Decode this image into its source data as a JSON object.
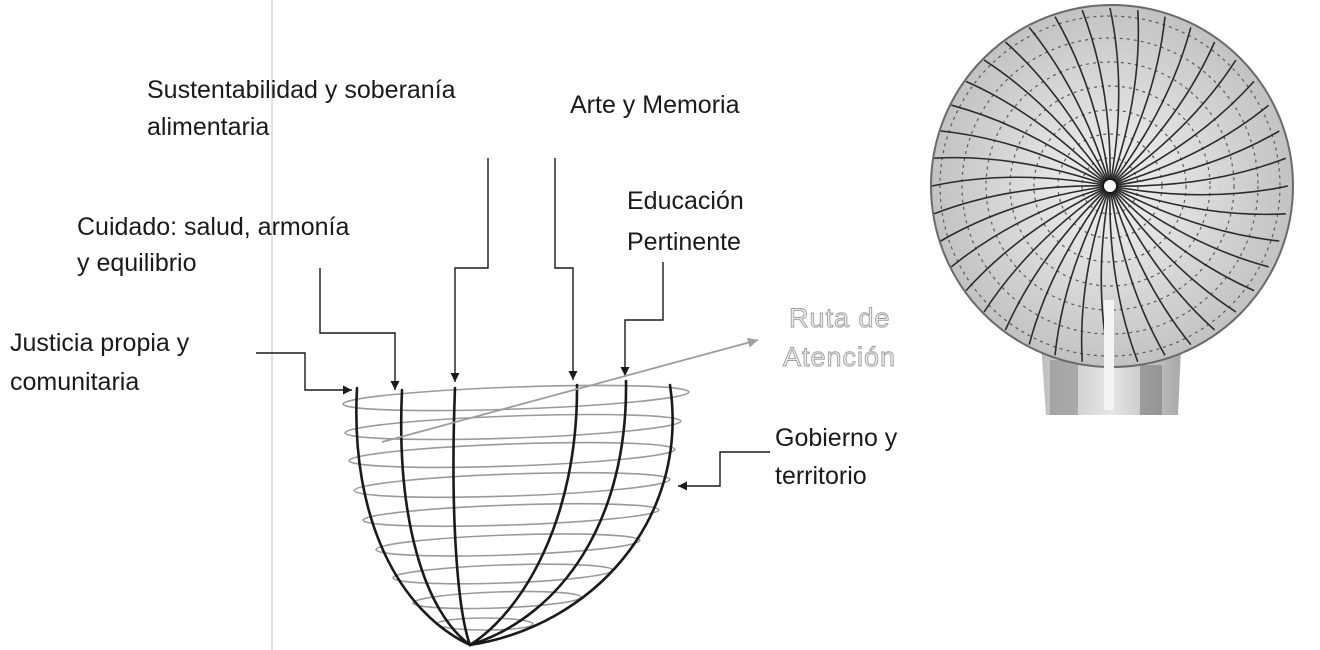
{
  "labels": {
    "sustentabilidad": {
      "line1": "Sustentabilidad y soberanía",
      "line2": "alimentaria"
    },
    "arte": {
      "line1": "Arte y Memoria"
    },
    "educacion": {
      "line1": "Educación",
      "line2": "Pertinente"
    },
    "cuidado": {
      "line1": "Cuidado: salud, armonía",
      "line2": "y equilibrio"
    },
    "ruta": {
      "line1": "Ruta de",
      "line2": "Atención"
    },
    "justicia": {
      "line1": "Justicia propia y",
      "line2": "comunitaria"
    },
    "gobierno": {
      "line1": "Gobierno y",
      "line2": "territorio"
    }
  },
  "colors": {
    "ink": "#1a1a1a",
    "weave": "#9a9a9a",
    "ruta_text": "#9e9e9e",
    "photo_base": "#d6d6d6"
  }
}
